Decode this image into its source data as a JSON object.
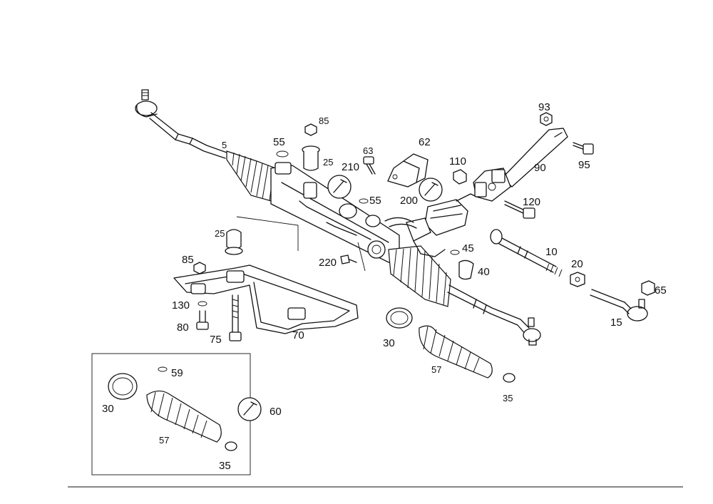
{
  "labels": [
    {
      "id": "5",
      "text": "5"
    },
    {
      "id": "55a",
      "text": "55"
    },
    {
      "id": "85a",
      "text": "85"
    },
    {
      "id": "25a",
      "text": "25"
    },
    {
      "id": "63",
      "text": "63"
    },
    {
      "id": "62",
      "text": "62"
    },
    {
      "id": "93",
      "text": "93"
    },
    {
      "id": "210",
      "text": "210"
    },
    {
      "id": "110",
      "text": "110"
    },
    {
      "id": "90",
      "text": "90"
    },
    {
      "id": "95",
      "text": "95"
    },
    {
      "id": "55b",
      "text": "55"
    },
    {
      "id": "200",
      "text": "200"
    },
    {
      "id": "120",
      "text": "120"
    },
    {
      "id": "25b",
      "text": "25"
    },
    {
      "id": "10",
      "text": "10"
    },
    {
      "id": "45",
      "text": "45"
    },
    {
      "id": "85b",
      "text": "85"
    },
    {
      "id": "220",
      "text": "220"
    },
    {
      "id": "20",
      "text": "20"
    },
    {
      "id": "40",
      "text": "40"
    },
    {
      "id": "65",
      "text": "65"
    },
    {
      "id": "130",
      "text": "130"
    },
    {
      "id": "15",
      "text": "15"
    },
    {
      "id": "80",
      "text": "80"
    },
    {
      "id": "75",
      "text": "75"
    },
    {
      "id": "70",
      "text": "70"
    },
    {
      "id": "30a",
      "text": "30"
    },
    {
      "id": "57a",
      "text": "57"
    },
    {
      "id": "59",
      "text": "59"
    },
    {
      "id": "35a",
      "text": "35"
    },
    {
      "id": "60",
      "text": "60"
    },
    {
      "id": "30b",
      "text": "30"
    },
    {
      "id": "57b",
      "text": "57"
    },
    {
      "id": "35b",
      "text": "35"
    }
  ]
}
